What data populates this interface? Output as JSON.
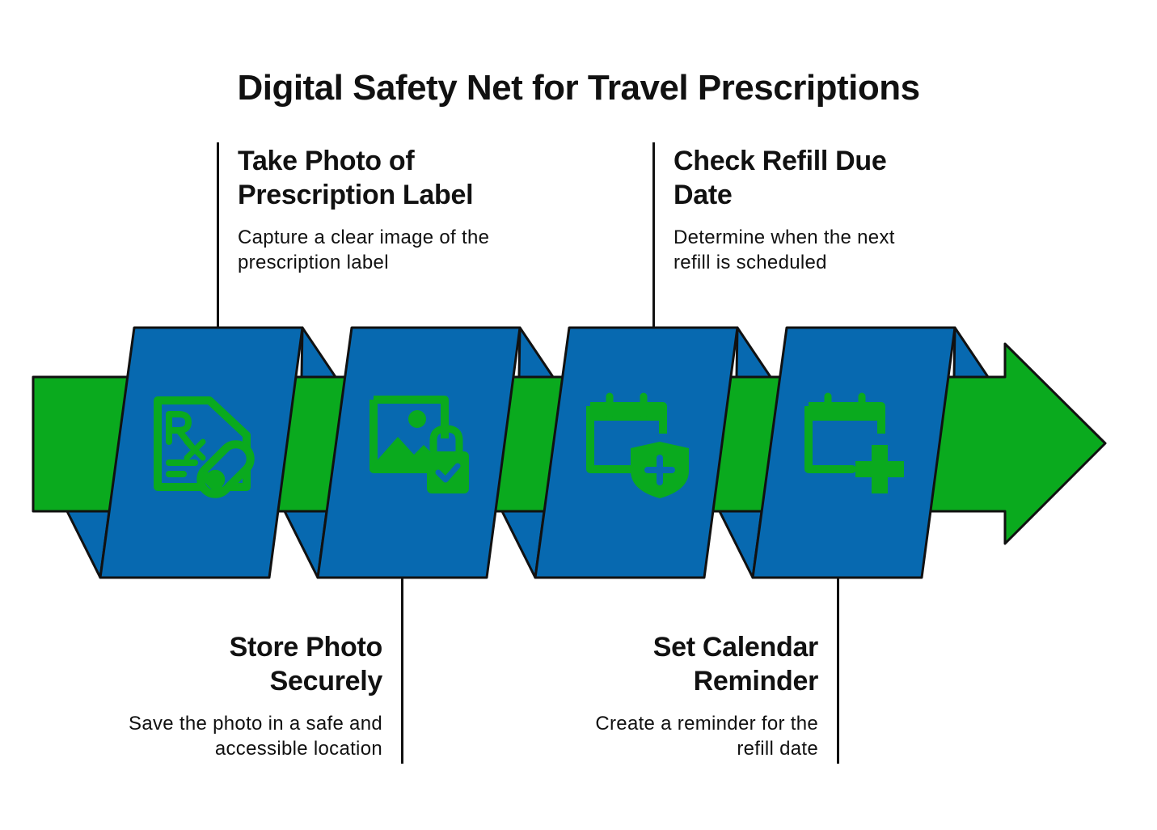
{
  "title": "Digital Safety Net for Travel Prescriptions",
  "colors": {
    "arrow": "#0aaa1e",
    "panel": "#0769b0",
    "icon": "#0aaa1e",
    "outline": "#111111",
    "text": "#111111"
  },
  "steps": [
    {
      "title": "Take Photo of Prescription Label",
      "description": "Capture a clear image of the prescription label",
      "icon": "prescription-pill-icon",
      "position": "top"
    },
    {
      "title": "Store Photo Securely",
      "description": "Save the photo in a safe and accessible location",
      "icon": "image-lock-icon",
      "position": "bottom"
    },
    {
      "title": "Check Refill Due Date",
      "description": "Determine when the next refill is scheduled",
      "icon": "calendar-shield-icon",
      "position": "top"
    },
    {
      "title": "Set Calendar Reminder",
      "description": "Create a reminder for the refill date",
      "icon": "calendar-add-icon",
      "position": "bottom"
    }
  ]
}
